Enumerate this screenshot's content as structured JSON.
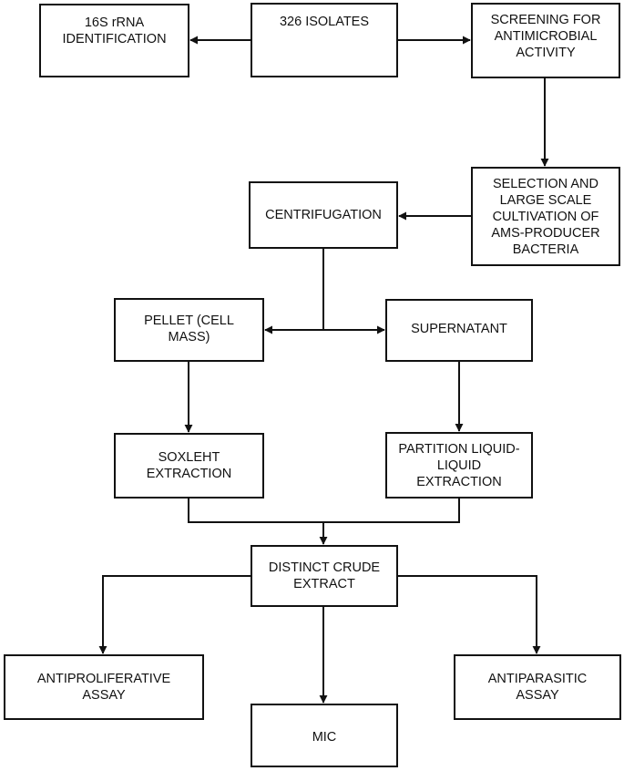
{
  "diagram": {
    "nodes": {
      "rrna": "16S rRNA\nIDENTIFICATION",
      "isolates": "326 ISOLATES",
      "screening": "SCREENING FOR\nANTIMICROBIAL\nACTIVITY",
      "selection": "SELECTION AND\nLARGE SCALE\nCULTIVATION OF\nAMS-PRODUCER\nBACTERIA",
      "centrifugation": "CENTRIFUGATION",
      "pellet": "PELLET (CELL\nMASS)",
      "supernatant": "SUPERNATANT",
      "soxleht": "SOXLEHT\nEXTRACTION",
      "partition": "PARTITION LIQUID-\nLIQUID\nEXTRACTION",
      "crude": "DISTINCT CRUDE\nEXTRACT",
      "antiproliferative": "ANTIPROLIFERATIVE\nASSAY",
      "mic": "MIC",
      "antiparasitic": "ANTIPARASITIC\nASSAY"
    },
    "colors": {
      "stroke": "#111111",
      "fill": "#ffffff"
    }
  }
}
